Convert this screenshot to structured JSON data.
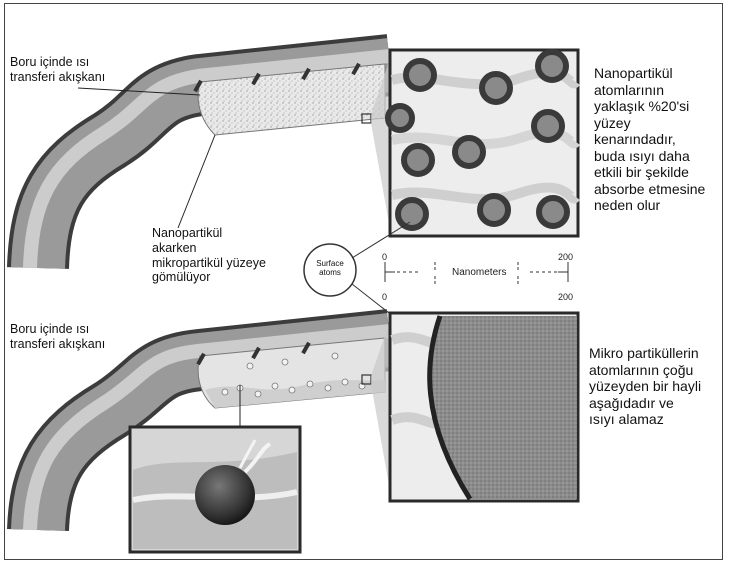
{
  "top_pipe_label": "Boru içinde ısı\ntransferi akışkanı",
  "bottom_pipe_label": "Boru içinde ısı\ntransferi akışkanı",
  "middle_label": "Nanopartikül\nakarken\nmikropartikül yüzeye\ngömülüyor",
  "nano_description": "Nanopartikül\natomlarının\nyaklaşık %20'si\nyüzey\nkenarındadır,\nbuda ısıyı daha\netkili bir şekilde\nabsorbe etmesine\nneden olur",
  "micro_description": "Mikro partiküllerin\natomlarının çoğu\nyüzeyden bir hayli\naşağıdadır ve\nısıyı alamaz",
  "surface_atoms_label": "Surface\natoms",
  "scale": {
    "label": "Nanometers",
    "top_min": "0",
    "top_max": "200",
    "bottom_min": "0",
    "bottom_max": "200"
  },
  "colors": {
    "pipe": "#7d7d7d",
    "fluid": "#e6e6e6",
    "particle_core": "#8a8a8a",
    "particle_ring": "#3a3a3a"
  }
}
